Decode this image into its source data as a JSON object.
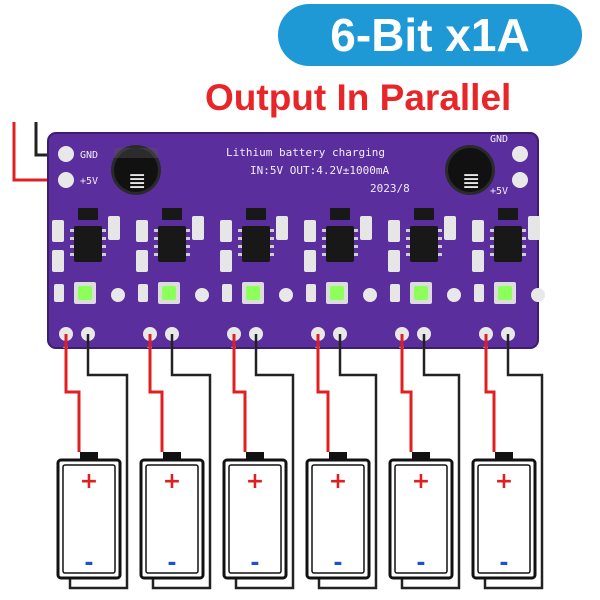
{
  "title": "6-Bit x1A",
  "subtitle": "Output In Parallel",
  "board": {
    "line1": "Lithium battery charging",
    "line2": "IN:5V OUT:4.2V±1000mA",
    "line3": "2023/8",
    "gnd_left": "GND",
    "v5_left": "+5V",
    "gnd_right": "GND",
    "v5_right": "+5V",
    "cap_mark": "≣",
    "pad_plus": "+",
    "pad_minus": "-"
  },
  "battery": {
    "plus": "+",
    "minus": "-"
  },
  "channel_count": 6,
  "colors": {
    "badge": "#1f98d6",
    "subtitle": "#e8262a",
    "pcb": "#5a2e9c",
    "positive_wire": "#e02020",
    "negative_wire": "#222222",
    "led": "#8dff5a",
    "battery_plus": "#e02020",
    "battery_minus": "#1f4fd0"
  }
}
